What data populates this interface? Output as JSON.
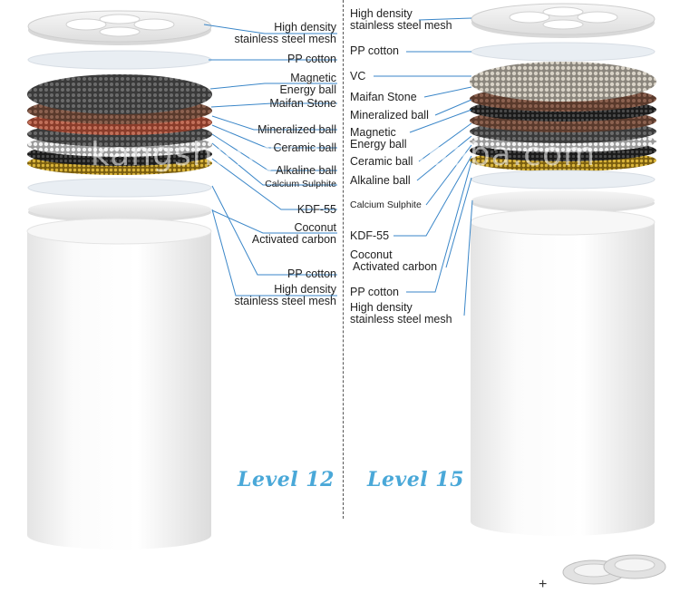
{
  "left": {
    "level": "Level 12",
    "labels": [
      [
        "High density",
        "stainless steel mesh"
      ],
      [
        "PP cotton"
      ],
      [
        "Magnetic",
        "Energy ball"
      ],
      [
        "Maifan Stone"
      ],
      [
        "Mineralized ball"
      ],
      [
        "Ceramic ball"
      ],
      [
        "Alkaline ball"
      ],
      [
        "Calcium Sulphite"
      ],
      [
        "KDF-55"
      ],
      [
        "Coconut",
        "Activated carbon"
      ],
      [
        "PP cotton"
      ],
      [
        "High density",
        "stainless steel mesh"
      ]
    ]
  },
  "right": {
    "level": "Level 15",
    "labels": [
      [
        "High density",
        "stainless steel mesh"
      ],
      [
        "PP cotton"
      ],
      [
        "VC"
      ],
      [
        "Maifan Stone"
      ],
      [
        "Mineralized ball"
      ],
      [
        "Magnetic",
        "Energy ball"
      ],
      [
        "Ceramic ball"
      ],
      [
        "Alkaline ball"
      ],
      [
        "Calcium Sulphite"
      ],
      [
        "KDF-55"
      ],
      [
        "Coconut",
        "Activated carbon"
      ],
      [
        "PP cotton"
      ],
      [
        "High density",
        "stainless steel mesh"
      ]
    ]
  },
  "watermark": "kangshengpu.en.alibaba.com",
  "plus_symbol": "+",
  "colors": {
    "level_text": "#4aa8d8",
    "leader_line": "#3a86c8",
    "cartridge": "#f2f2f2"
  }
}
